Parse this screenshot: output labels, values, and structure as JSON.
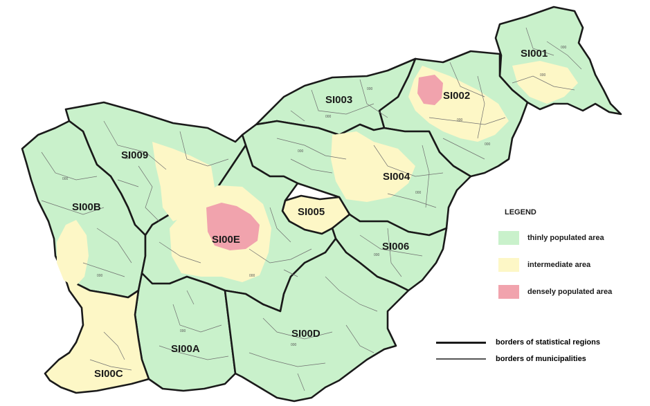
{
  "colors": {
    "thin": "#c9f1cb",
    "intermediate": "#fdf7c6",
    "dense": "#f1a3ad"
  },
  "regions": [
    {
      "id": "SI001",
      "label": "SI001",
      "class": "thin"
    },
    {
      "id": "SI002",
      "label": "SI002",
      "class": "thin"
    },
    {
      "id": "SI003",
      "label": "SI003",
      "class": "thin"
    },
    {
      "id": "SI004",
      "label": "SI004",
      "class": "thin"
    },
    {
      "id": "SI005",
      "label": "SI005",
      "class": "intermediate"
    },
    {
      "id": "SI006",
      "label": "SI006",
      "class": "thin"
    },
    {
      "id": "SI009",
      "label": "SI009",
      "class": "thin"
    },
    {
      "id": "SI00A",
      "label": "SI00A",
      "class": "thin"
    },
    {
      "id": "SI00B",
      "label": "SI00B",
      "class": "thin"
    },
    {
      "id": "SI00C",
      "label": "SI00C",
      "class": "intermediate"
    },
    {
      "id": "SI00D",
      "label": "SI00D",
      "class": "thin"
    },
    {
      "id": "SI00E",
      "label": "SI00E",
      "class": "thin"
    }
  ],
  "legend": {
    "title": "LEGEND",
    "items": [
      {
        "label": "thinly populated area",
        "class": "thin"
      },
      {
        "label": "intermediate area",
        "class": "intermediate"
      },
      {
        "label": "densely populated area",
        "class": "dense"
      }
    ],
    "lines": [
      {
        "label": "borders of statistical regions",
        "style": "thick"
      },
      {
        "label": "borders of municipalities",
        "style": "thin"
      }
    ]
  }
}
